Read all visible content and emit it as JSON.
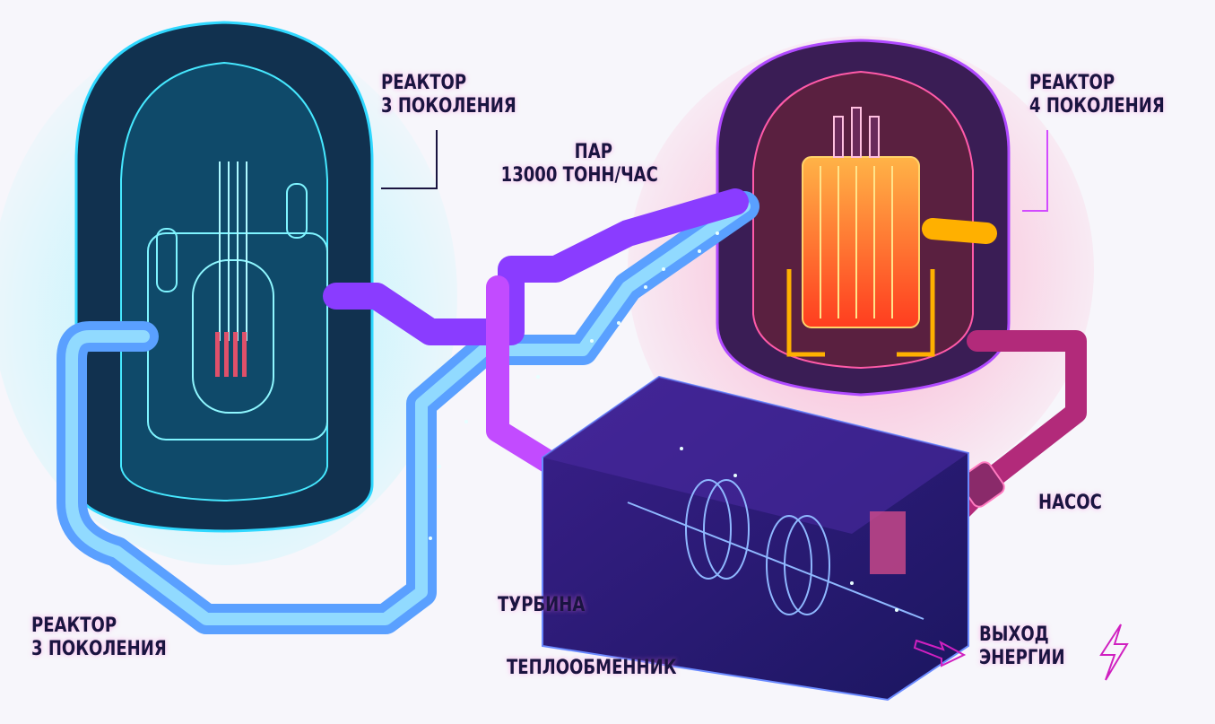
{
  "labels": {
    "reactor_gen3_top": {
      "line1": "РЕАКТОР",
      "line2": "3 ПОКОЛЕНИЯ"
    },
    "steam": {
      "line1": "ПАР",
      "line2": "13000 ТОНН/ЧАС"
    },
    "reactor_gen4": {
      "line1": "РЕАКТОР",
      "line2": "4 ПОКОЛЕНИЯ"
    },
    "pump": "НАСОС",
    "reactor_gen3_bottom": {
      "line1": "РЕАКТОР",
      "line2": "3 ПОКОЛЕНИЯ"
    },
    "turbine": "ТУРБИНА",
    "heat_exchanger": "ТЕПЛООБМЕННИК",
    "energy_output": {
      "line1": "ВЫХОД",
      "line2": "ЭНЕРГИИ"
    }
  },
  "colors": {
    "cyan": "#2fd8ff",
    "magenta": "#d24bff",
    "orange": "#ff6a1f",
    "navy": "#1a1440"
  }
}
